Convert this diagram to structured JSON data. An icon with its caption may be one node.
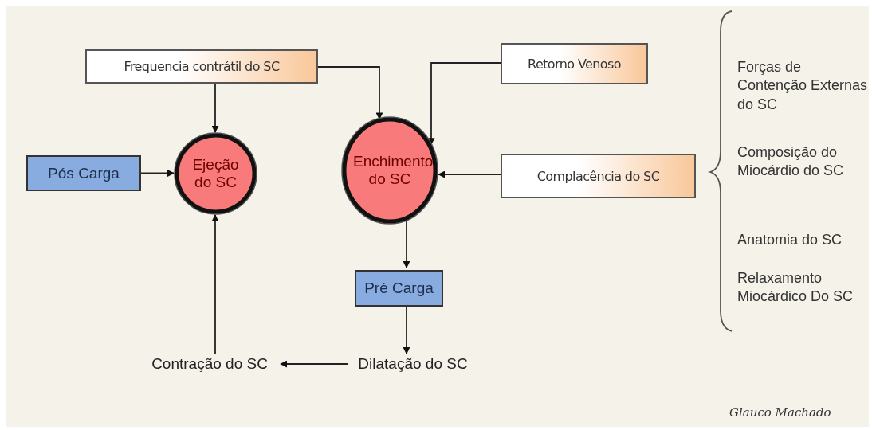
{
  "diagram": {
    "nodes": [
      {
        "text": [
          "Frequencia contrátil do SC"
        ]
      },
      {
        "text": [
          "Retorno Venoso"
        ]
      },
      {
        "text": [
          "Pós Carga"
        ]
      },
      {
        "text": [
          "Ejeção do SC"
        ]
      },
      {
        "text": [
          "Enchimento do SC"
        ]
      },
      {
        "text": [
          "Complacência do SC"
        ]
      },
      {
        "text": [
          "Pré Carga"
        ]
      },
      {
        "text": [
          "Dilatação do SC"
        ]
      },
      {
        "text": [
          "Contração do SC"
        ]
      }
    ],
    "edges": [
      {
        "from": 0,
        "to": 3,
        "arrow": "to"
      },
      {
        "from": 0,
        "to": 4,
        "arrow": "to"
      },
      {
        "from": 1,
        "to": 4,
        "arrow": "to"
      },
      {
        "from": 2,
        "to": 3,
        "arrow": "to"
      },
      {
        "from": 5,
        "to": 4,
        "arrow": "to"
      },
      {
        "from": 4,
        "to": 6,
        "arrow": "to"
      },
      {
        "from": 6,
        "to": 7,
        "arrow": "to"
      },
      {
        "from": 7,
        "to": 8,
        "arrow": "to"
      },
      {
        "from": 8,
        "to": 3,
        "arrow": "to"
      }
    ],
    "labels": [
      "Forças de Contenção Externas do SC",
      "Composição do Miocárdio do SC",
      "Anatomia do SC",
      "Relaxamento Miocárdico Do SC",
      "Glauco Machado"
    ]
  }
}
